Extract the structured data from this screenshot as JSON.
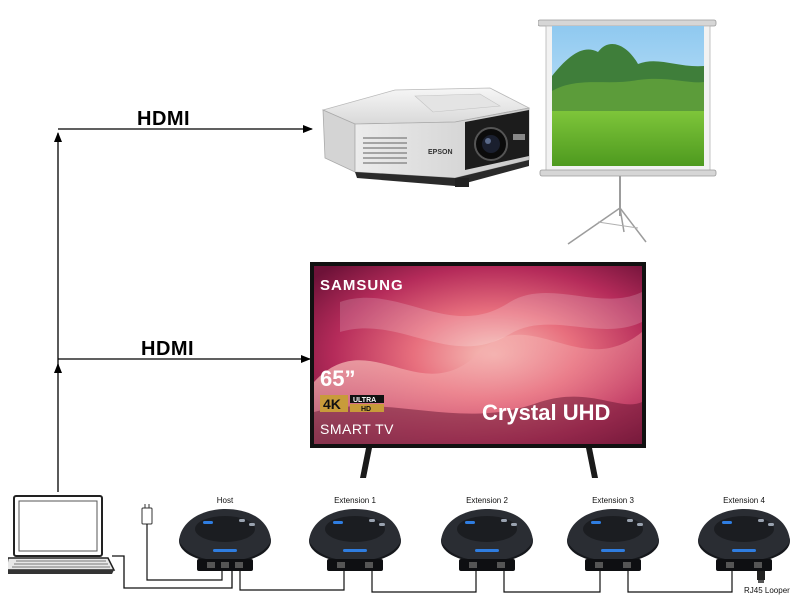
{
  "connections": {
    "projector_label": "HDMI",
    "tv_label": "HDMI"
  },
  "projector": {
    "brand": "EPSON"
  },
  "tv": {
    "brand": "SAMSUNG",
    "size": "65”",
    "badge_4k": "4K",
    "badge_ultra": "ULTRA",
    "badge_hd": "HD",
    "smart_tv": "SMART TV",
    "series": "Crystal UHD"
  },
  "conference_units": [
    {
      "label": "Host"
    },
    {
      "label": "Extension 1"
    },
    {
      "label": "Extension 2"
    },
    {
      "label": "Extension 3"
    },
    {
      "label": "Extension 4"
    }
  ],
  "rj45_looper_label": "RJ45 Looper",
  "colors": {
    "line": "#000000",
    "tv_bezel": "#111111",
    "unit_body": "#1e2126",
    "unit_led": "#2f7de0"
  }
}
